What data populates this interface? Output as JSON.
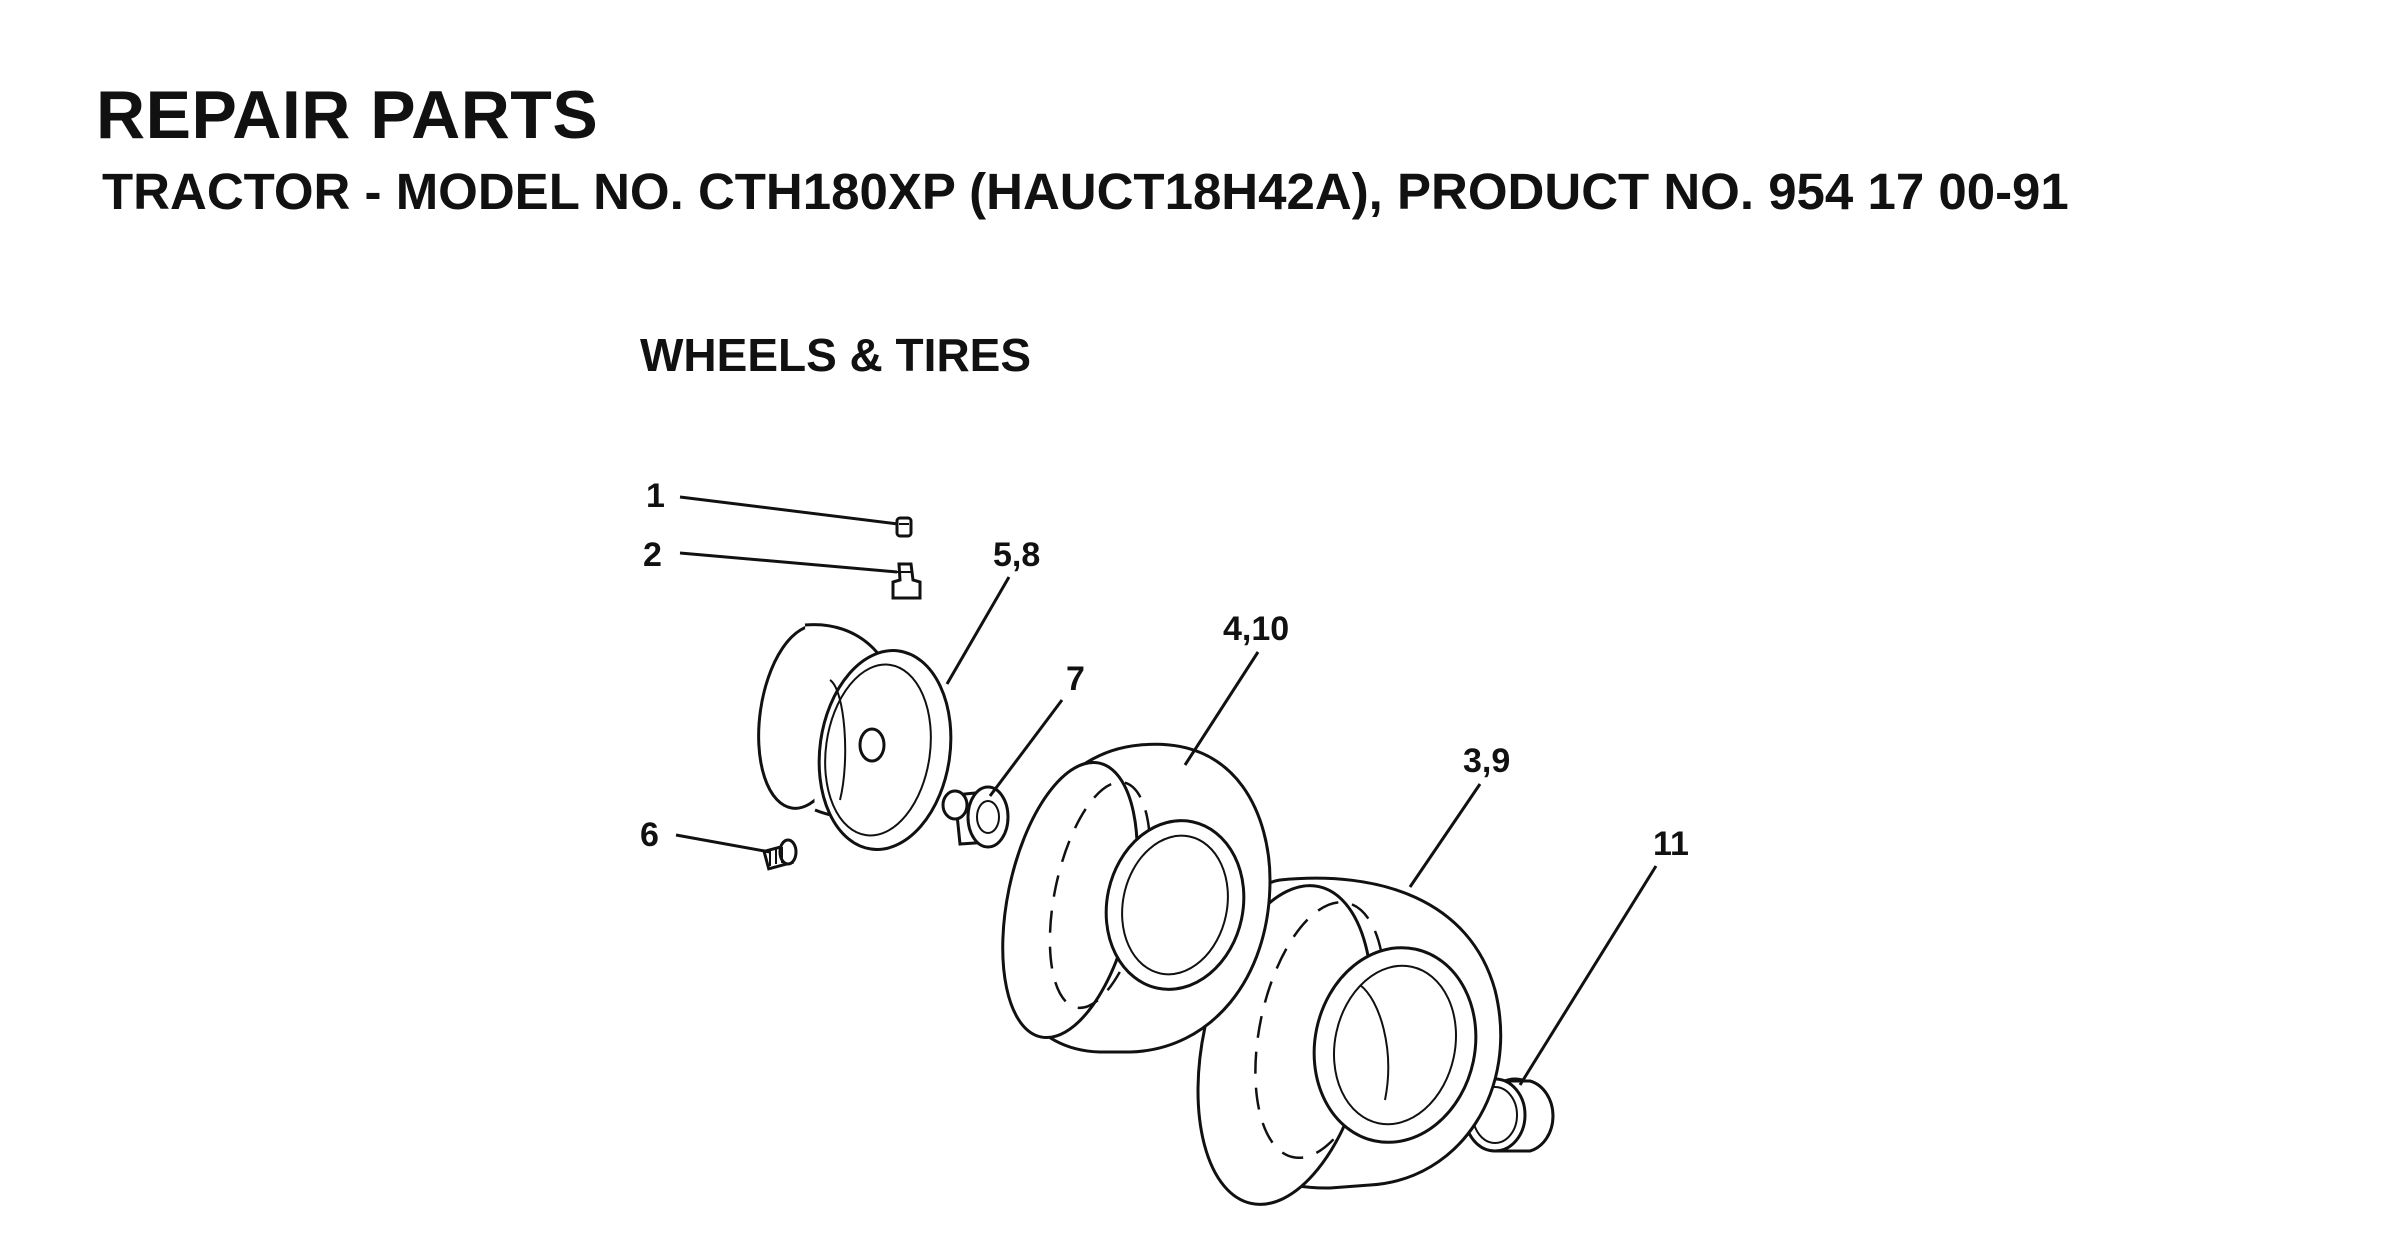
{
  "header": {
    "title": "REPAIR PARTS",
    "subtitle": "TRACTOR - MODEL NO. CTH180XP (HAUCT18H42A), PRODUCT NO. 954 17 00-91"
  },
  "section": {
    "title": "WHEELS & TIRES"
  },
  "callouts": [
    {
      "id": "c1",
      "text": "1"
    },
    {
      "id": "c2",
      "text": "2"
    },
    {
      "id": "c58",
      "text": "5,8"
    },
    {
      "id": "c7",
      "text": "7"
    },
    {
      "id": "c410",
      "text": "4,10"
    },
    {
      "id": "c39",
      "text": "3,9"
    },
    {
      "id": "c6",
      "text": "6"
    },
    {
      "id": "c11",
      "text": "11"
    }
  ]
}
